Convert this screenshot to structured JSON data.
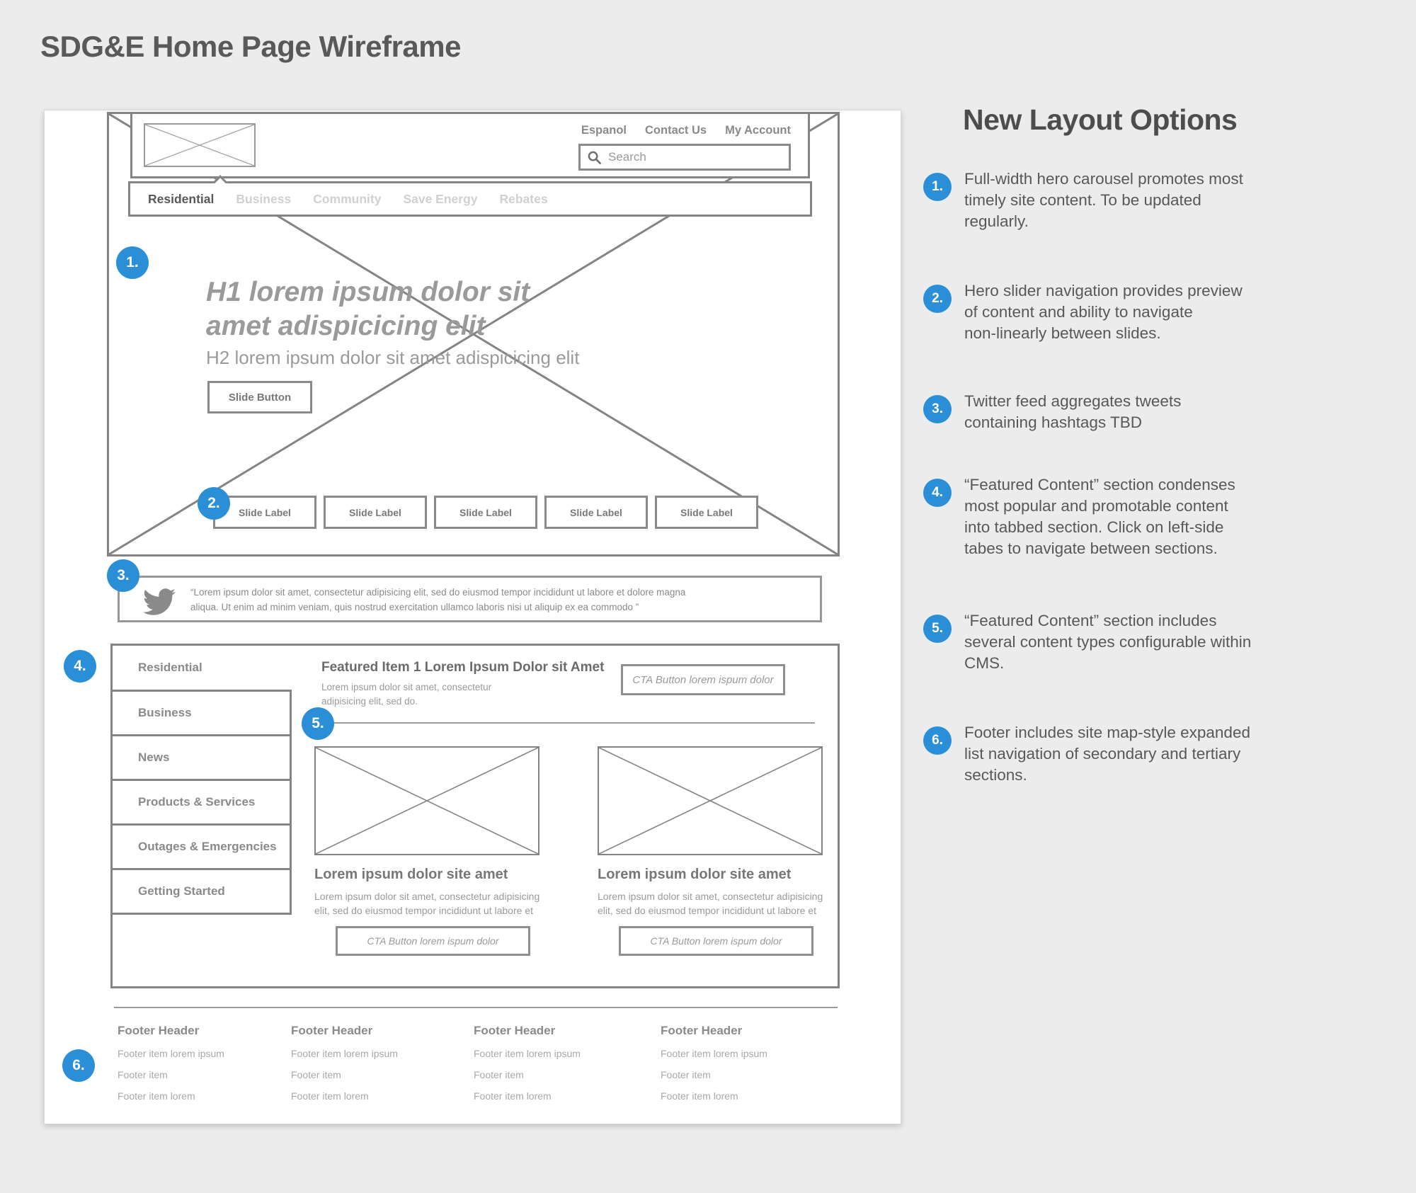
{
  "page": {
    "title": "SDG&E Home Page Wireframe"
  },
  "colors": {
    "accent_blue": "#2b8fd8",
    "wire_gray": "#848484",
    "light_gray_bg": "#ececec"
  },
  "wireframe": {
    "header": {
      "logo_icon": "image-placeholder-x",
      "links": [
        {
          "label": "Espanol"
        },
        {
          "label": "Contact Us"
        },
        {
          "label": "My Account"
        }
      ],
      "search": {
        "icon": "search-magnifier",
        "placeholder": "Search"
      }
    },
    "nav": {
      "items": [
        {
          "label": "Residential",
          "active": true
        },
        {
          "label": "Business",
          "active": false
        },
        {
          "label": "Community",
          "active": false
        },
        {
          "label": "Save Energy",
          "active": false
        },
        {
          "label": "Rebates",
          "active": false
        }
      ]
    },
    "hero": {
      "h1": "H1 lorem ipsum dolor sit\namet adispicicing elit",
      "h2": "H2 lorem ipsum dolor sit amet adispicicing elit",
      "button_label": "Slide Button",
      "slide_labels": [
        "Slide Label",
        "Slide Label",
        "Slide Label",
        "Slide Label",
        "Slide Label"
      ]
    },
    "twitter": {
      "icon": "twitter-bird",
      "quote": "“Lorem ipsum dolor sit amet, consectetur adipisicing elit, sed do eiusmod tempor incididunt ut labore et dolore magna\naliqua. Ut enim ad minim veniam, quis nostrud exercitation ullamco laboris nisi ut aliquip ex ea commodo ”"
    },
    "featured": {
      "tabs": [
        {
          "label": "Residential",
          "active": true
        },
        {
          "label": "Business",
          "active": false
        },
        {
          "label": "News",
          "active": false
        },
        {
          "label": "Products & Services",
          "active": false
        },
        {
          "label": "Outages & Emergencies",
          "active": false
        },
        {
          "label": "Getting Started",
          "active": false
        }
      ],
      "item": {
        "title": "Featured Item 1 Lorem Ipsum Dolor sit Amet",
        "subtitle": "Lorem ipsum dolor sit amet, consectetur\nadipisicing elit, sed do.",
        "cta_label": "CTA Button lorem ispum dolor"
      },
      "cards": [
        {
          "image": "image-placeholder-x",
          "title": "Lorem ipsum dolor site amet",
          "body": "Lorem ipsum dolor sit amet, consectetur adipisicing\nelit, sed do eiusmod tempor incididunt ut labore et",
          "cta_label": "CTA Button lorem ispum dolor"
        },
        {
          "image": "image-placeholder-x",
          "title": "Lorem ipsum dolor site amet",
          "body": "Lorem ipsum dolor sit amet, consectetur adipisicing\nelit, sed do eiusmod tempor incididunt ut labore et",
          "cta_label": "CTA Button lorem ispum dolor"
        }
      ]
    },
    "footer": {
      "columns": [
        {
          "header": "Footer Header",
          "items": [
            "Footer item lorem ipsum",
            "Footer item",
            "Footer item lorem"
          ]
        },
        {
          "header": "Footer Header",
          "items": [
            "Footer item lorem ipsum",
            "Footer item",
            "Footer item lorem"
          ]
        },
        {
          "header": "Footer Header",
          "items": [
            "Footer item lorem ipsum",
            "Footer item",
            "Footer item lorem"
          ]
        },
        {
          "header": "Footer Header",
          "items": [
            "Footer item lorem ipsum",
            "Footer item",
            "Footer item lorem"
          ]
        }
      ]
    },
    "badges": [
      "1.",
      "2.",
      "3.",
      "4.",
      "5.",
      "6."
    ]
  },
  "annotations": {
    "title": "New Layout Options",
    "items": [
      {
        "num": "1.",
        "text": "Full-width hero carousel promotes most\ntimely site content. To be updated\nregularly."
      },
      {
        "num": "2.",
        "text": "Hero slider navigation provides preview\nof content and ability to navigate\nnon-linearly between slides."
      },
      {
        "num": "3.",
        "text": "Twitter feed aggregates tweets\ncontaining hashtags TBD"
      },
      {
        "num": "4.",
        "text": "“Featured Content” section condenses\nmost popular and promotable content\ninto tabbed section. Click on left-side\ntabes to navigate between sections."
      },
      {
        "num": "5.",
        "text": "“Featured Content” section includes\nseveral content types configurable within\nCMS."
      },
      {
        "num": "6.",
        "text": "Footer includes site map-style expanded\nlist navigation of secondary and tertiary\nsections."
      }
    ]
  }
}
